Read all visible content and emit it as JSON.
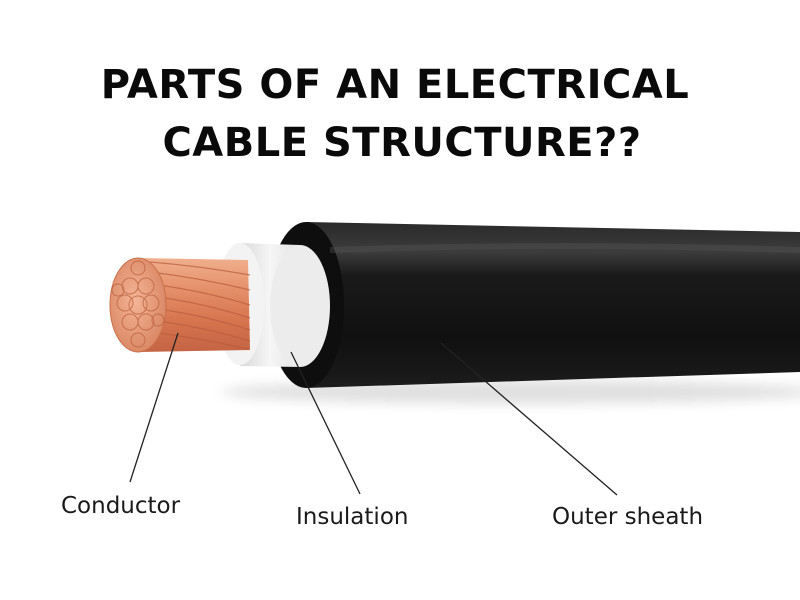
{
  "title": {
    "line1": "PARTS OF AN ELECTRICAL",
    "line2": "CABLE STRUCTURE??"
  },
  "labels": {
    "conductor": "Conductor",
    "insulation": "Insulation",
    "outer_sheath": "Outer sheath"
  },
  "colors": {
    "sheath": "#141414",
    "insulation": "#efefef",
    "copper": "#e0865e",
    "text": "#0a0a0a",
    "background": "#ffffff"
  }
}
